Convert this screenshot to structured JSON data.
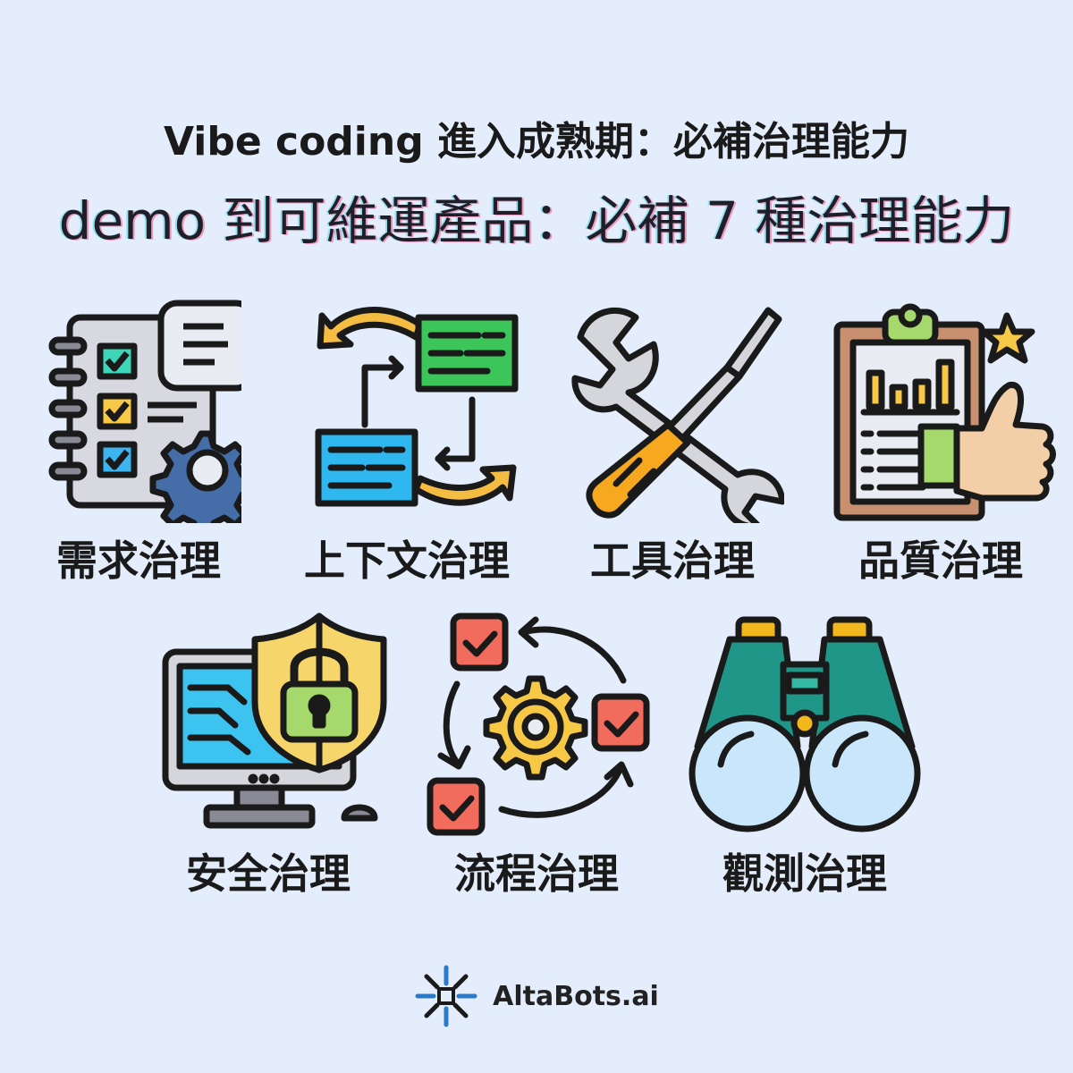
{
  "header": {
    "title": "Vibe coding 進入成熟期：必補治理能力",
    "subtitle": "demo 到可維運產品：必補 7 種治理能力"
  },
  "items": [
    {
      "label": "需求治理",
      "icon": "requirements-checklist-gear-icon"
    },
    {
      "label": "上下文治理",
      "icon": "context-exchange-arrows-icon"
    },
    {
      "label": "工具治理",
      "icon": "wrench-screwdriver-icon"
    },
    {
      "label": "品質治理",
      "icon": "clipboard-chart-thumbs-up-icon"
    },
    {
      "label": "安全治理",
      "icon": "monitor-shield-lock-icon"
    },
    {
      "label": "流程治理",
      "icon": "gear-cycle-checkboxes-icon"
    },
    {
      "label": "觀測治理",
      "icon": "binoculars-icon"
    }
  ],
  "footer": {
    "brand": "AltaBots.ai",
    "logo": "altabots-logo-icon"
  },
  "colors": {
    "background": "#e3edfb",
    "outline": "#1a1a1a",
    "yellow": "#f7c84b",
    "green": "#3cc65a",
    "blue": "#2fb7ef",
    "red": "#f26c5e",
    "teal": "#1f9688"
  }
}
